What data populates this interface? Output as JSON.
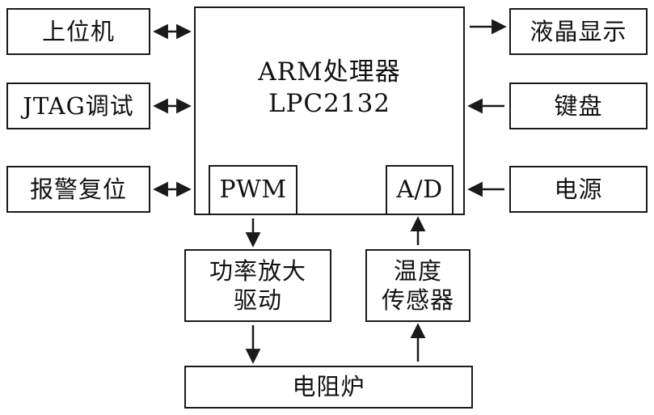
{
  "diagram": {
    "center_block": {
      "line1": "ARM处理器",
      "line2": "LPC2132"
    },
    "pwm_label": "PWM",
    "ad_label": "A/D",
    "left_blocks": [
      {
        "label": "上位机"
      },
      {
        "label": "JTAG调试"
      },
      {
        "label": "报警复位"
      }
    ],
    "right_blocks": [
      {
        "label": "液晶显示"
      },
      {
        "label": "键盘"
      },
      {
        "label": "电源"
      }
    ],
    "amp_block": {
      "line1": "功率放大",
      "line2": "驱动"
    },
    "sensor_block": {
      "line1": "温度",
      "line2": "传感器"
    },
    "furnace_label": "电阻炉",
    "colors": {
      "line": "#1a1a1a",
      "background": "#ffffff"
    }
  }
}
